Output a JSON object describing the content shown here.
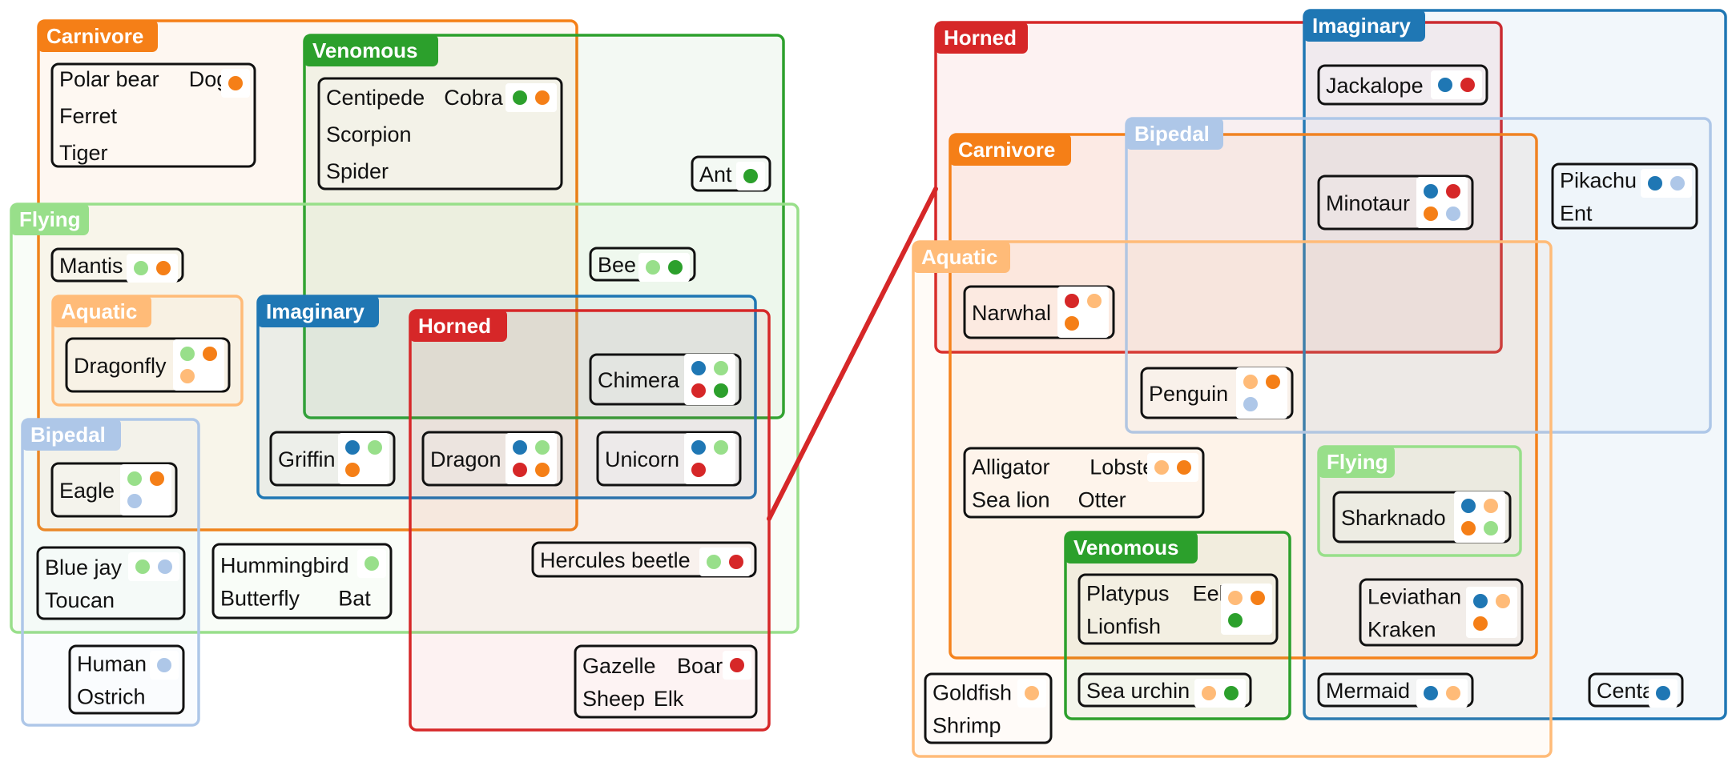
{
  "colors": {
    "carnivore": "#f57f17",
    "venomous": "#2ca02c",
    "flying": "#98df8a",
    "aquatic": "#ffbb78",
    "imaginary": "#1f77b4",
    "horned": "#d62728",
    "bipedal": "#aec7e8",
    "box_border": "#111111",
    "connector": "#d62728"
  },
  "left_panel": {
    "sets": [
      {
        "label": "Carnivore",
        "color_key": "carnivore"
      },
      {
        "label": "Venomous",
        "color_key": "venomous"
      },
      {
        "label": "Flying",
        "color_key": "flying"
      },
      {
        "label": "Aquatic",
        "color_key": "aquatic"
      },
      {
        "label": "Imaginary",
        "color_key": "imaginary"
      },
      {
        "label": "Horned",
        "color_key": "horned"
      },
      {
        "label": "Bipedal",
        "color_key": "bipedal"
      }
    ],
    "boxes": [
      {
        "rows": [
          [
            "Polar bear",
            "Dog"
          ],
          [
            "Ferret"
          ],
          [
            "Tiger"
          ]
        ],
        "dots": [
          "carnivore"
        ]
      },
      {
        "rows": [
          [
            "Centipede",
            "Cobra"
          ],
          [
            "Scorpion"
          ],
          [
            "Spider"
          ]
        ],
        "dots": [
          "venomous",
          "carnivore"
        ]
      },
      {
        "rows": [
          [
            "Ant"
          ]
        ],
        "dots": [
          "venomous"
        ]
      },
      {
        "rows": [
          [
            "Mantis"
          ]
        ],
        "dots": [
          "flying",
          "carnivore"
        ]
      },
      {
        "rows": [
          [
            "Bee"
          ]
        ],
        "dots": [
          "flying",
          "venomous"
        ]
      },
      {
        "rows": [
          [
            "Dragonfly"
          ]
        ],
        "dots": [
          "flying",
          "carnivore",
          "aquatic"
        ]
      },
      {
        "rows": [
          [
            "Chimera"
          ]
        ],
        "dots": [
          "imaginary",
          "flying",
          "horned",
          "venomous"
        ]
      },
      {
        "rows": [
          [
            "Griffin"
          ]
        ],
        "dots": [
          "imaginary",
          "flying",
          "carnivore"
        ]
      },
      {
        "rows": [
          [
            "Dragon"
          ]
        ],
        "dots": [
          "imaginary",
          "flying",
          "horned",
          "carnivore"
        ]
      },
      {
        "rows": [
          [
            "Unicorn"
          ]
        ],
        "dots": [
          "imaginary",
          "flying",
          "horned"
        ]
      },
      {
        "rows": [
          [
            "Eagle"
          ]
        ],
        "dots": [
          "flying",
          "carnivore",
          "bipedal"
        ]
      },
      {
        "rows": [
          [
            "Blue jay"
          ],
          [
            "Toucan"
          ]
        ],
        "dots": [
          "flying",
          "bipedal"
        ]
      },
      {
        "rows": [
          [
            "Hummingbird"
          ],
          [
            "Butterfly",
            "Bat"
          ]
        ],
        "dots": [
          "flying"
        ]
      },
      {
        "rows": [
          [
            "Hercules beetle"
          ]
        ],
        "dots": [
          "flying",
          "horned"
        ]
      },
      {
        "rows": [
          [
            "Human"
          ],
          [
            "Ostrich"
          ]
        ],
        "dots": [
          "bipedal"
        ]
      },
      {
        "rows": [
          [
            "Gazelle",
            "Boar"
          ],
          [
            "Sheep",
            "Elk"
          ]
        ],
        "dots": [
          "horned"
        ]
      }
    ]
  },
  "right_panel": {
    "sets": [
      {
        "label": "Horned",
        "color_key": "horned"
      },
      {
        "label": "Imaginary",
        "color_key": "imaginary"
      },
      {
        "label": "Carnivore",
        "color_key": "carnivore"
      },
      {
        "label": "Bipedal",
        "color_key": "bipedal"
      },
      {
        "label": "Aquatic",
        "color_key": "aquatic"
      },
      {
        "label": "Flying",
        "color_key": "flying"
      },
      {
        "label": "Venomous",
        "color_key": "venomous"
      }
    ],
    "boxes": [
      {
        "rows": [
          [
            "Jackalope"
          ]
        ],
        "dots": [
          "imaginary",
          "horned"
        ]
      },
      {
        "rows": [
          [
            "Minotaur"
          ]
        ],
        "dots": [
          "imaginary",
          "horned",
          "carnivore",
          "bipedal"
        ]
      },
      {
        "rows": [
          [
            "Pikachu"
          ],
          [
            "Ent"
          ]
        ],
        "dots": [
          "imaginary",
          "bipedal"
        ]
      },
      {
        "rows": [
          [
            "Narwhal"
          ]
        ],
        "dots": [
          "horned",
          "aquatic",
          "carnivore"
        ]
      },
      {
        "rows": [
          [
            "Penguin"
          ]
        ],
        "dots": [
          "aquatic",
          "carnivore",
          "bipedal"
        ]
      },
      {
        "rows": [
          [
            "Alligator",
            "Lobster"
          ],
          [
            "Sea lion",
            "Otter"
          ]
        ],
        "dots": [
          "aquatic",
          "carnivore"
        ]
      },
      {
        "rows": [
          [
            "Sharknado"
          ]
        ],
        "dots": [
          "imaginary",
          "aquatic",
          "carnivore",
          "flying"
        ]
      },
      {
        "rows": [
          [
            "Platypus",
            "Eel"
          ],
          [
            "Lionfish"
          ]
        ],
        "dots": [
          "aquatic",
          "carnivore",
          "venomous"
        ]
      },
      {
        "rows": [
          [
            "Leviathan"
          ],
          [
            "Kraken"
          ]
        ],
        "dots": [
          "imaginary",
          "aquatic",
          "carnivore"
        ]
      },
      {
        "rows": [
          [
            "Goldfish"
          ],
          [
            "Shrimp"
          ]
        ],
        "dots": [
          "aquatic"
        ]
      },
      {
        "rows": [
          [
            "Sea urchin"
          ]
        ],
        "dots": [
          "aquatic",
          "venomous"
        ]
      },
      {
        "rows": [
          [
            "Mermaid"
          ]
        ],
        "dots": [
          "imaginary",
          "aquatic"
        ]
      },
      {
        "rows": [
          [
            "Centaur"
          ]
        ],
        "dots": [
          "imaginary"
        ]
      }
    ]
  }
}
